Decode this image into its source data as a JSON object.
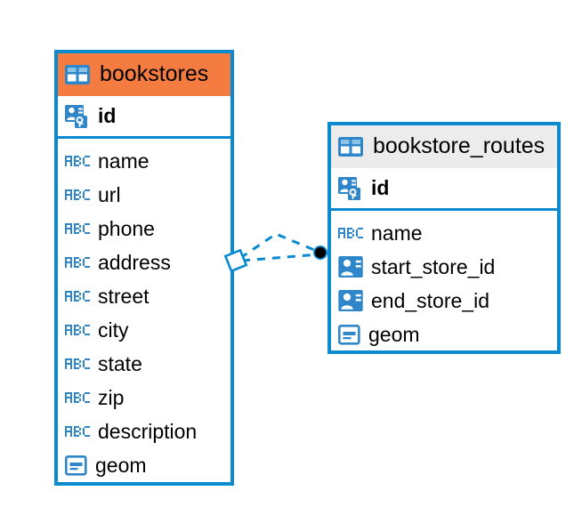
{
  "diagram": {
    "type": "entity-relationship-diagram",
    "background_color": "#ffffff",
    "accent_color": "#0b8ad0",
    "selected_header_color": "#f57c40",
    "normal_header_color": "#ececec",
    "entities": [
      {
        "name": "bookstores",
        "selected": true,
        "table_icon": "table-icon",
        "primary_key": {
          "label": "id",
          "icon": "primary-key-icon"
        },
        "fields": [
          {
            "label": "name",
            "icon": "text-abc-icon"
          },
          {
            "label": "url",
            "icon": "text-abc-icon"
          },
          {
            "label": "phone",
            "icon": "text-abc-icon"
          },
          {
            "label": "address",
            "icon": "text-abc-icon"
          },
          {
            "label": "street",
            "icon": "text-abc-icon"
          },
          {
            "label": "city",
            "icon": "text-abc-icon"
          },
          {
            "label": "state",
            "icon": "text-abc-icon"
          },
          {
            "label": "zip",
            "icon": "text-abc-icon"
          },
          {
            "label": "description",
            "icon": "text-abc-icon"
          },
          {
            "label": "geom",
            "icon": "geometry-icon"
          }
        ]
      },
      {
        "name": "bookstore_routes",
        "selected": false,
        "table_icon": "table-icon",
        "primary_key": {
          "label": "id",
          "icon": "primary-key-icon"
        },
        "fields": [
          {
            "label": "name",
            "icon": "text-abc-icon"
          },
          {
            "label": "start_store_id",
            "icon": "foreign-key-icon"
          },
          {
            "label": "end_store_id",
            "icon": "foreign-key-icon"
          },
          {
            "label": "geom",
            "icon": "geometry-icon"
          }
        ]
      }
    ],
    "relationship": {
      "line_style": "dashed",
      "line_color": "#0b8ad0",
      "source_endpoint": "crows-foot-diamond",
      "target_endpoint": "filled-circle",
      "target_endpoint_color": "#000000"
    }
  }
}
